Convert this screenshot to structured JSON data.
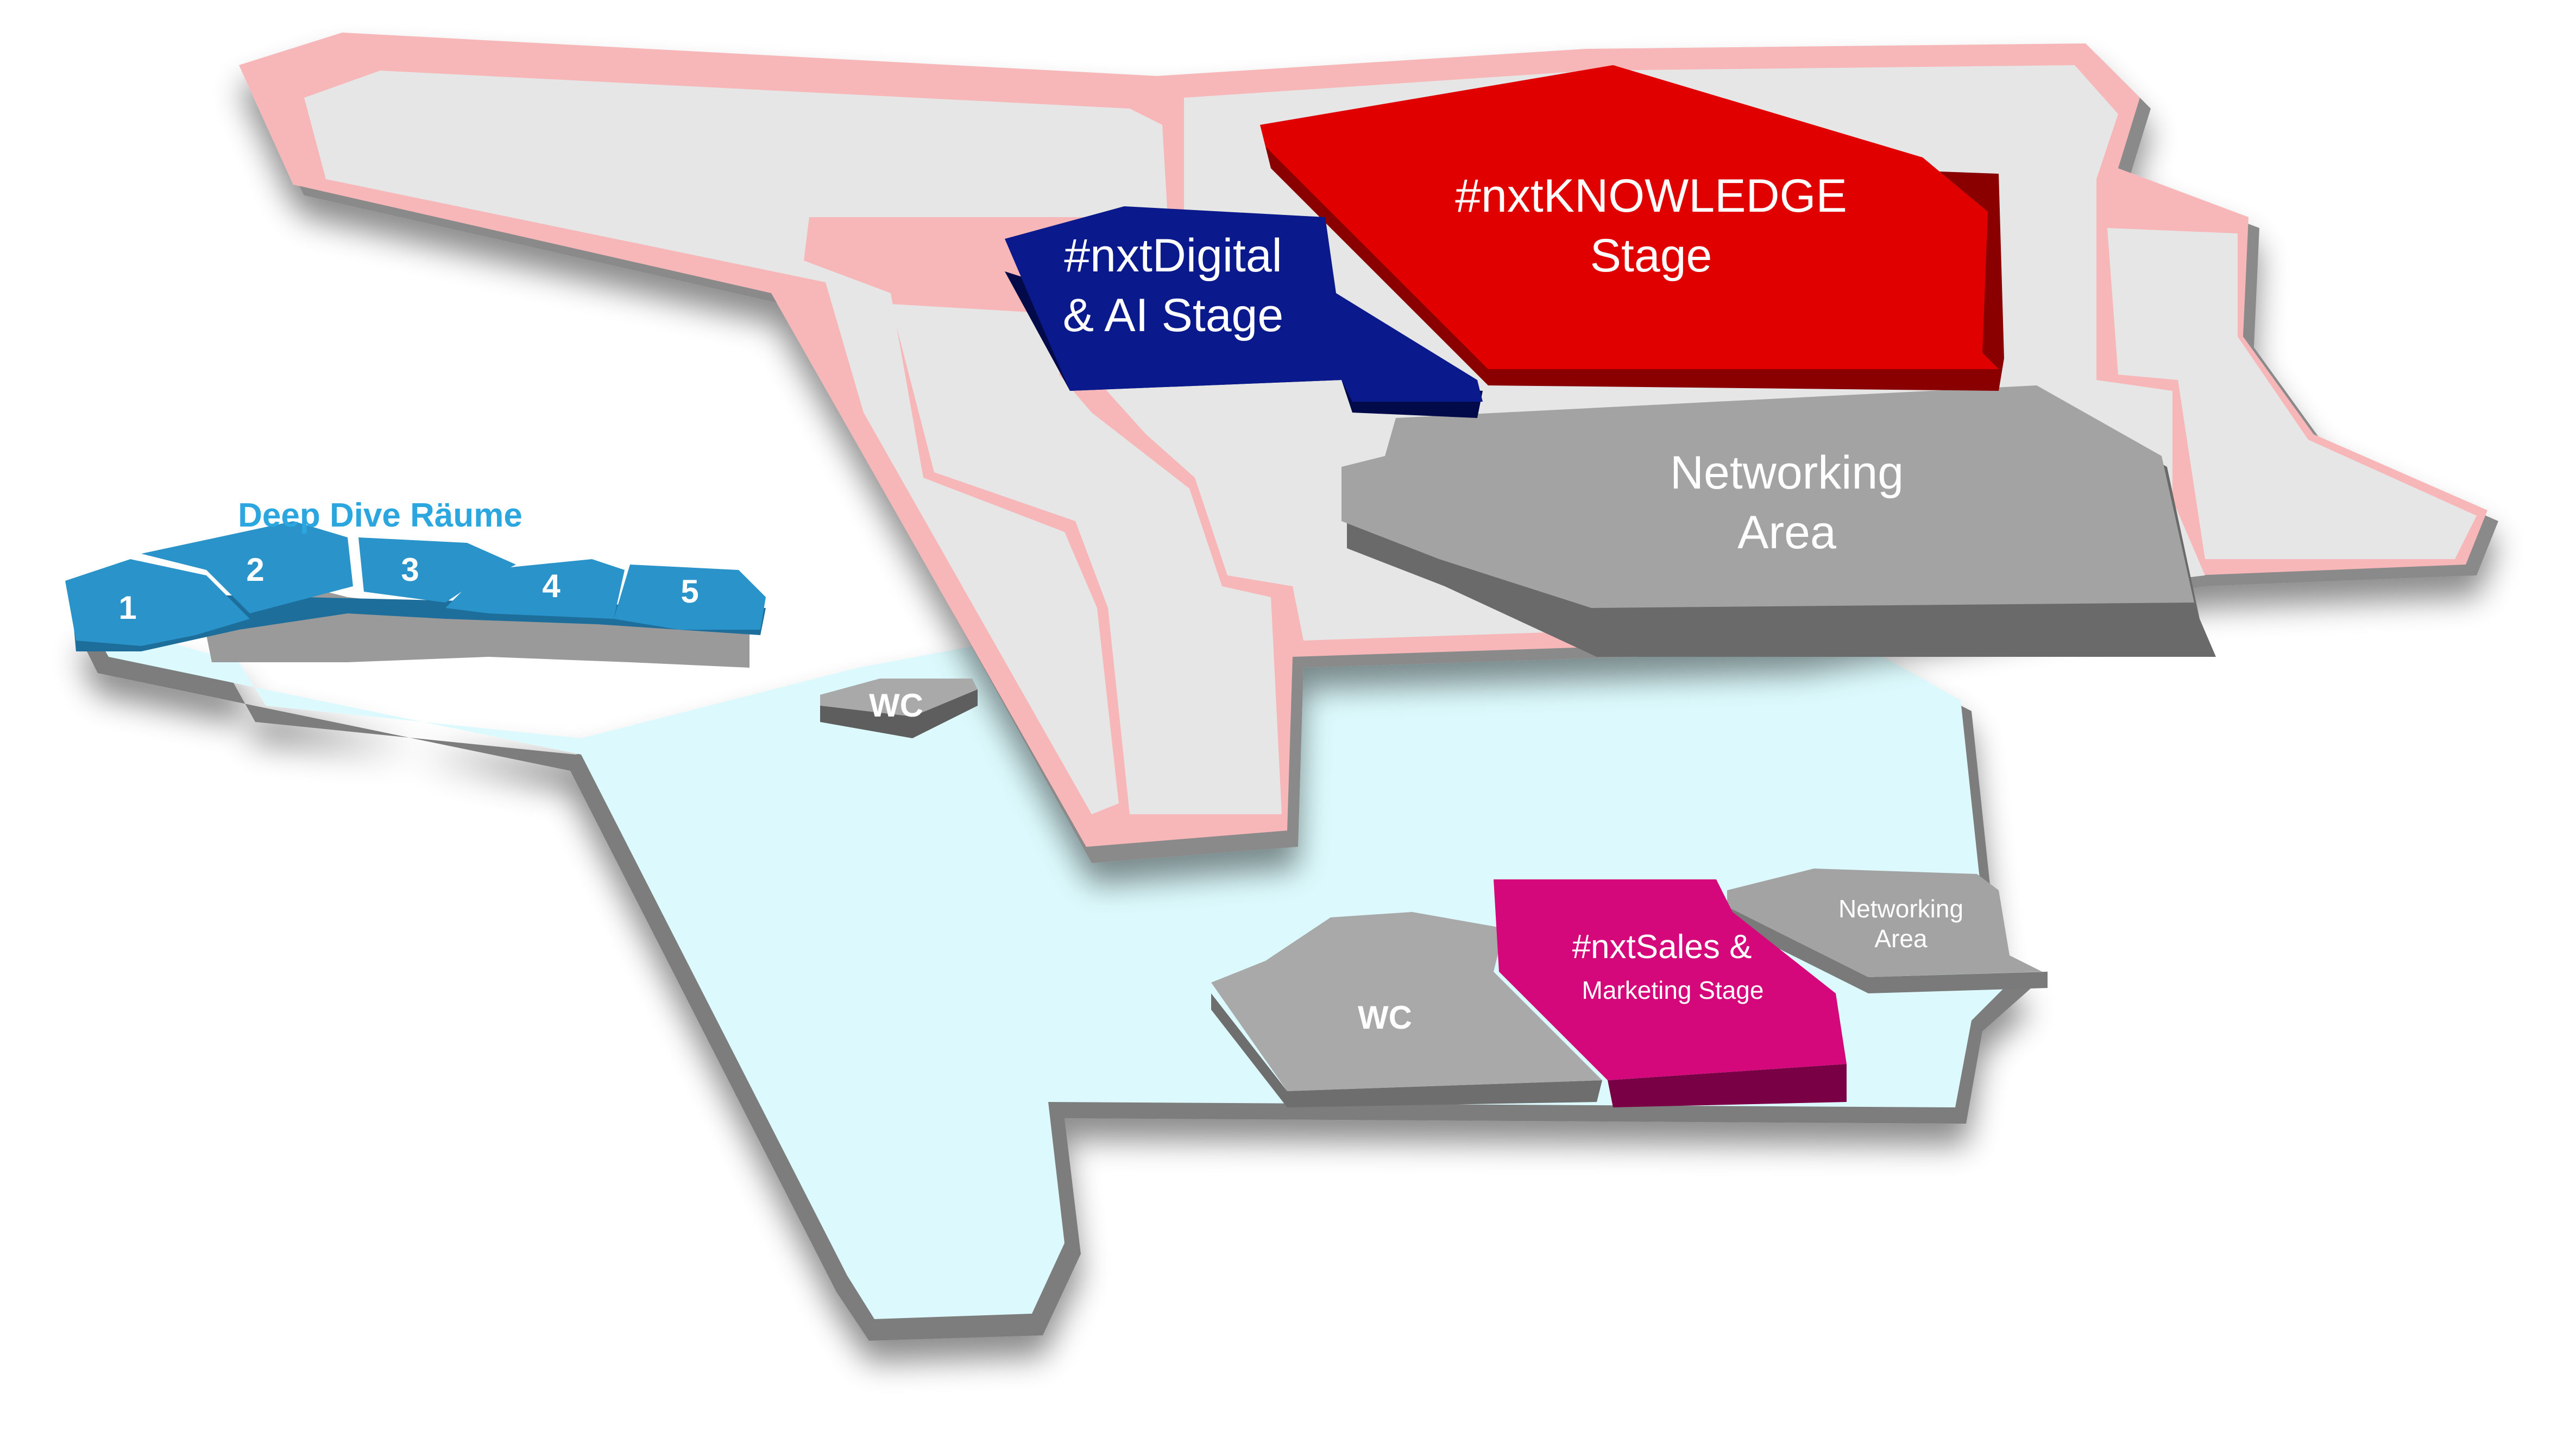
{
  "colors": {
    "upper_floor": "#e6e6e6",
    "corridors": "#f7b6b8",
    "lower_floor": "#dcfafd",
    "walls": "#7d7d7d",
    "knowledge_stage": "#e10000",
    "digital_stage": "#0a1a8c",
    "sales_stage": "#d4087a",
    "networking": "#a3a3a3",
    "wc": "#a9a9a9",
    "deep_dive": "#2a93c9",
    "deep_dive_label": "#2ca6de"
  },
  "areas": {
    "knowledge_stage": {
      "line1": "#nxtKNOWLEDGE",
      "line2": "Stage"
    },
    "digital_stage": {
      "line1": "#nxtDigital",
      "line2": "& AI Stage"
    },
    "networking_main": {
      "line1": "Networking",
      "line2": "Area"
    },
    "sales_stage": {
      "line1": "#nxtSales &",
      "line2": "Marketing Stage"
    },
    "networking_small": {
      "line1": "Networking",
      "line2": "Area"
    },
    "wc_upper": "WC",
    "wc_lower": "WC"
  },
  "deep_dive": {
    "title": "Deep Dive Räume",
    "rooms": [
      "1",
      "2",
      "3",
      "4",
      "5"
    ]
  }
}
